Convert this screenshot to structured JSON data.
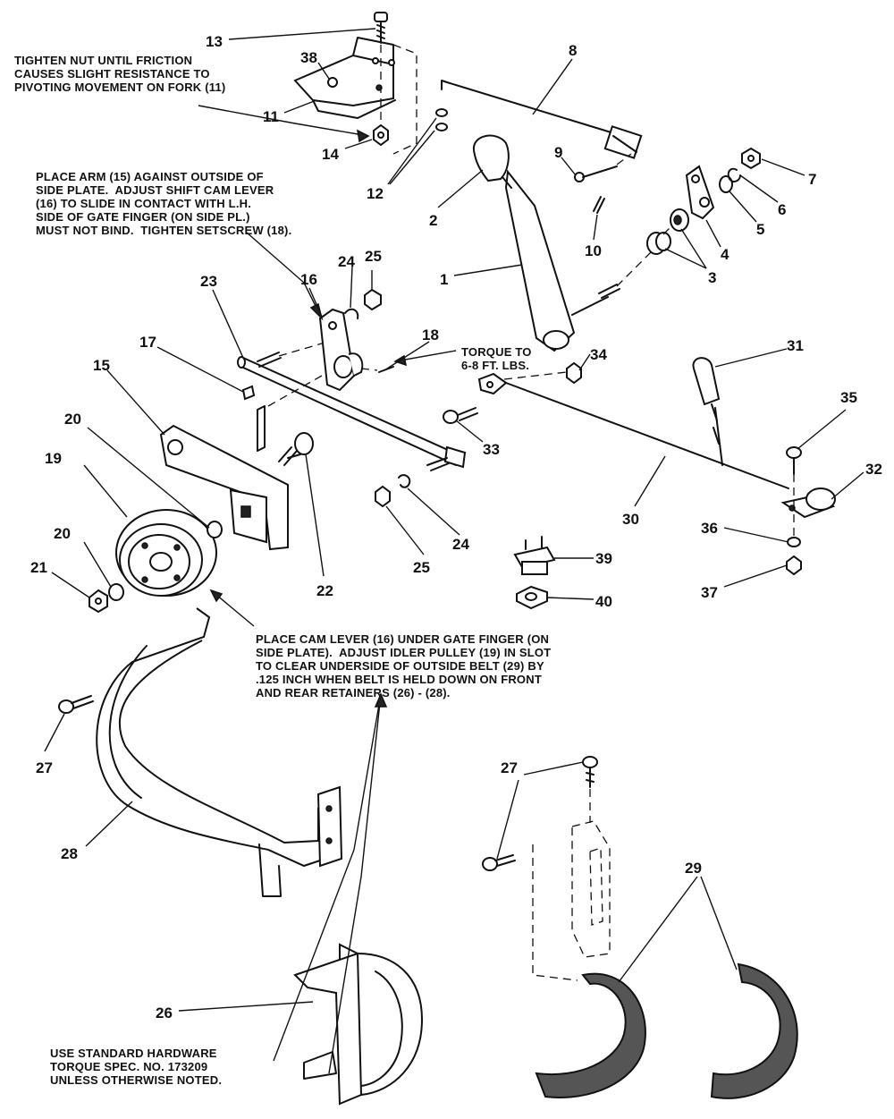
{
  "notes": {
    "fork_nut": "TIGHTEN NUT UNTIL FRICTION\nCAUSES SLIGHT RESISTANCE TO\nPIVOTING MOVEMENT ON FORK (11)",
    "arm_adjust": "PLACE ARM (15) AGAINST OUTSIDE OF\nSIDE PLATE.  ADJUST SHIFT CAM LEVER\n(16) TO SLIDE IN CONTACT WITH L.H.\nSIDE OF GATE FINGER (ON SIDE PL.)\nMUST NOT BIND.  TIGHTEN SETSCREW (18).",
    "torque": "TORQUE TO\n6-8 FT. LBS.",
    "cam_lever": "PLACE CAM LEVER (16) UNDER GATE FINGER (ON\nSIDE PLATE).  ADJUST IDLER PULLEY (19) IN SLOT\nTO CLEAR UNDERSIDE OF OUTSIDE BELT (29) BY\n.125 INCH WHEN BELT IS HELD DOWN ON FRONT\nAND REAR RETAINERS (26) - (28).",
    "hardware": "USE STANDARD HARDWARE\nTORQUE SPEC. NO. 173209\nUNLESS OTHERWISE NOTED."
  },
  "callouts": {
    "c1": "1",
    "c2": "2",
    "c3": "3",
    "c4": "4",
    "c5": "5",
    "c6": "6",
    "c7": "7",
    "c8": "8",
    "c9": "9",
    "c10": "10",
    "c11": "11",
    "c12": "12",
    "c13": "13",
    "c14": "14",
    "c15": "15",
    "c16": "16",
    "c17": "17",
    "c18": "18",
    "c19": "19",
    "c20a": "20",
    "c20b": "20",
    "c21": "21",
    "c22": "22",
    "c23": "23",
    "c24a": "24",
    "c24b": "24",
    "c25a": "25",
    "c25b": "25",
    "c26": "26",
    "c27a": "27",
    "c27b": "27",
    "c28": "28",
    "c29": "29",
    "c30": "30",
    "c31": "31",
    "c32": "32",
    "c33": "33",
    "c34": "34",
    "c35": "35",
    "c36": "36",
    "c37": "37",
    "c38": "38",
    "c39": "39",
    "c40": "40"
  }
}
